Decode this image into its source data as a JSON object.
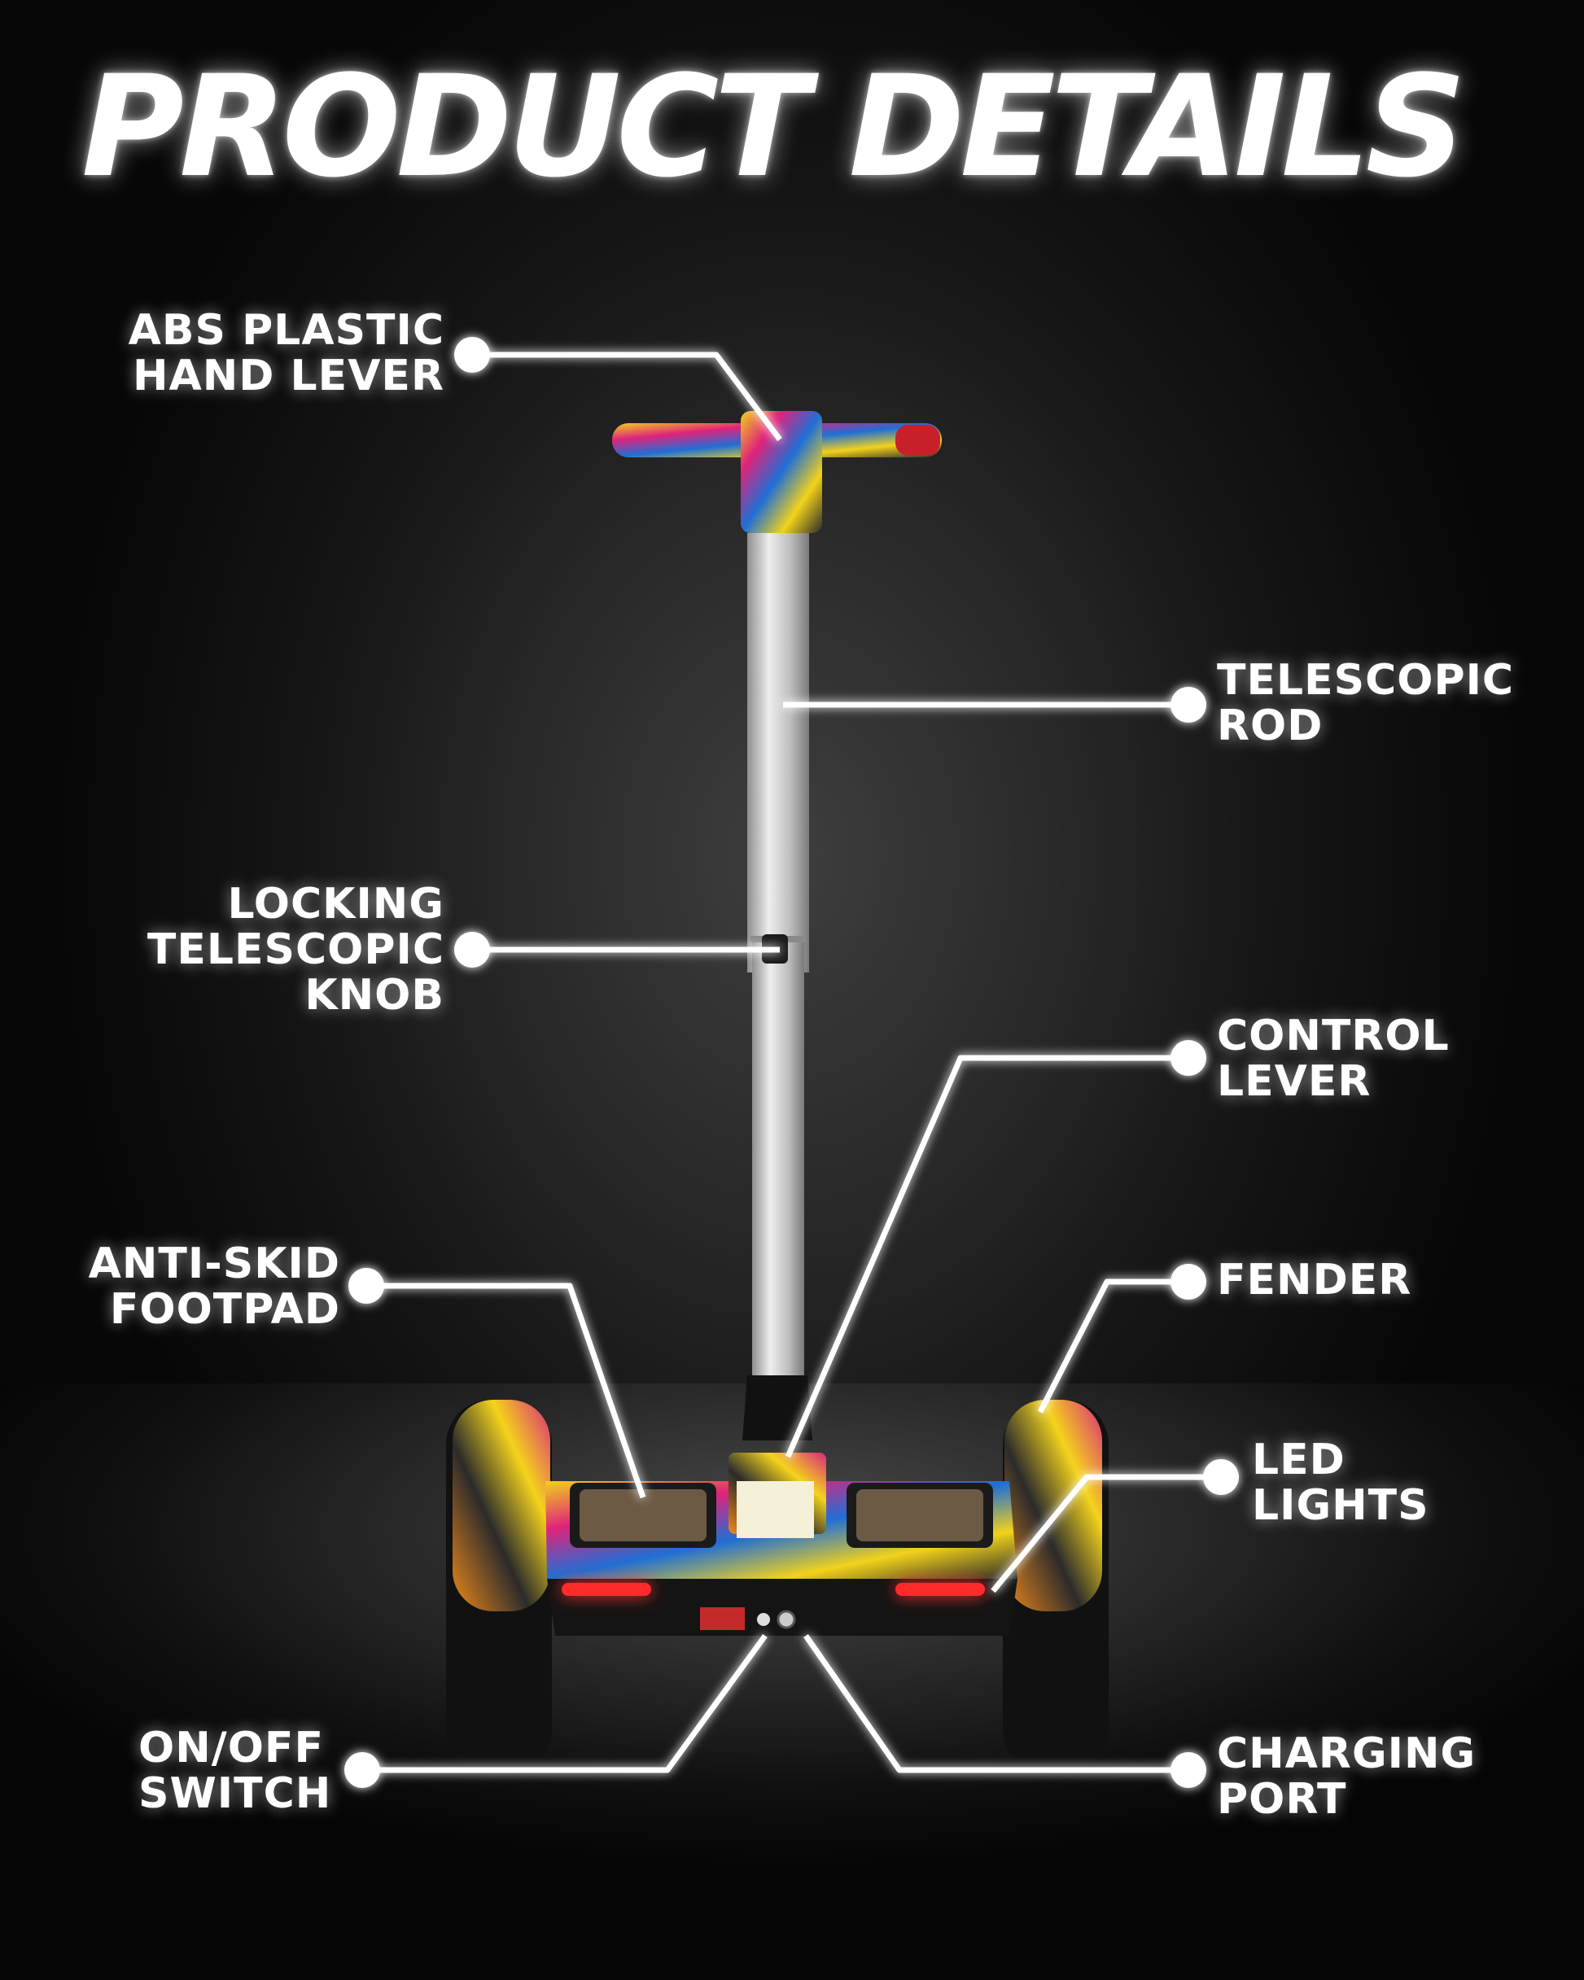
{
  "title": "PRODUCT DETAILS",
  "labels": {
    "abs_plastic_hand_lever": "ABS PLASTIC\nHAND LEVER",
    "telescopic_rod": "TELESCOPIC\nROD",
    "locking_telescopic_knob": "LOCKING\nTELESCOPIC\nKNOB",
    "control_lever": "CONTROL\nLEVER",
    "anti_skid_footpad": "ANTI-SKID\nFOOTPAD",
    "fender": "FENDER",
    "led_lights": "LED\nLIGHTS",
    "on_off_switch": "ON/OFF\nSWITCH",
    "charging_port": "CHARGING\nPORT"
  },
  "colors": {
    "background": "#1a1a1a",
    "callout": "#ffffff",
    "led": "#ff2a2a",
    "rod": "#c9c9c9"
  },
  "icons": {
    "product": "self-balancing-scooter-with-handlebar"
  }
}
